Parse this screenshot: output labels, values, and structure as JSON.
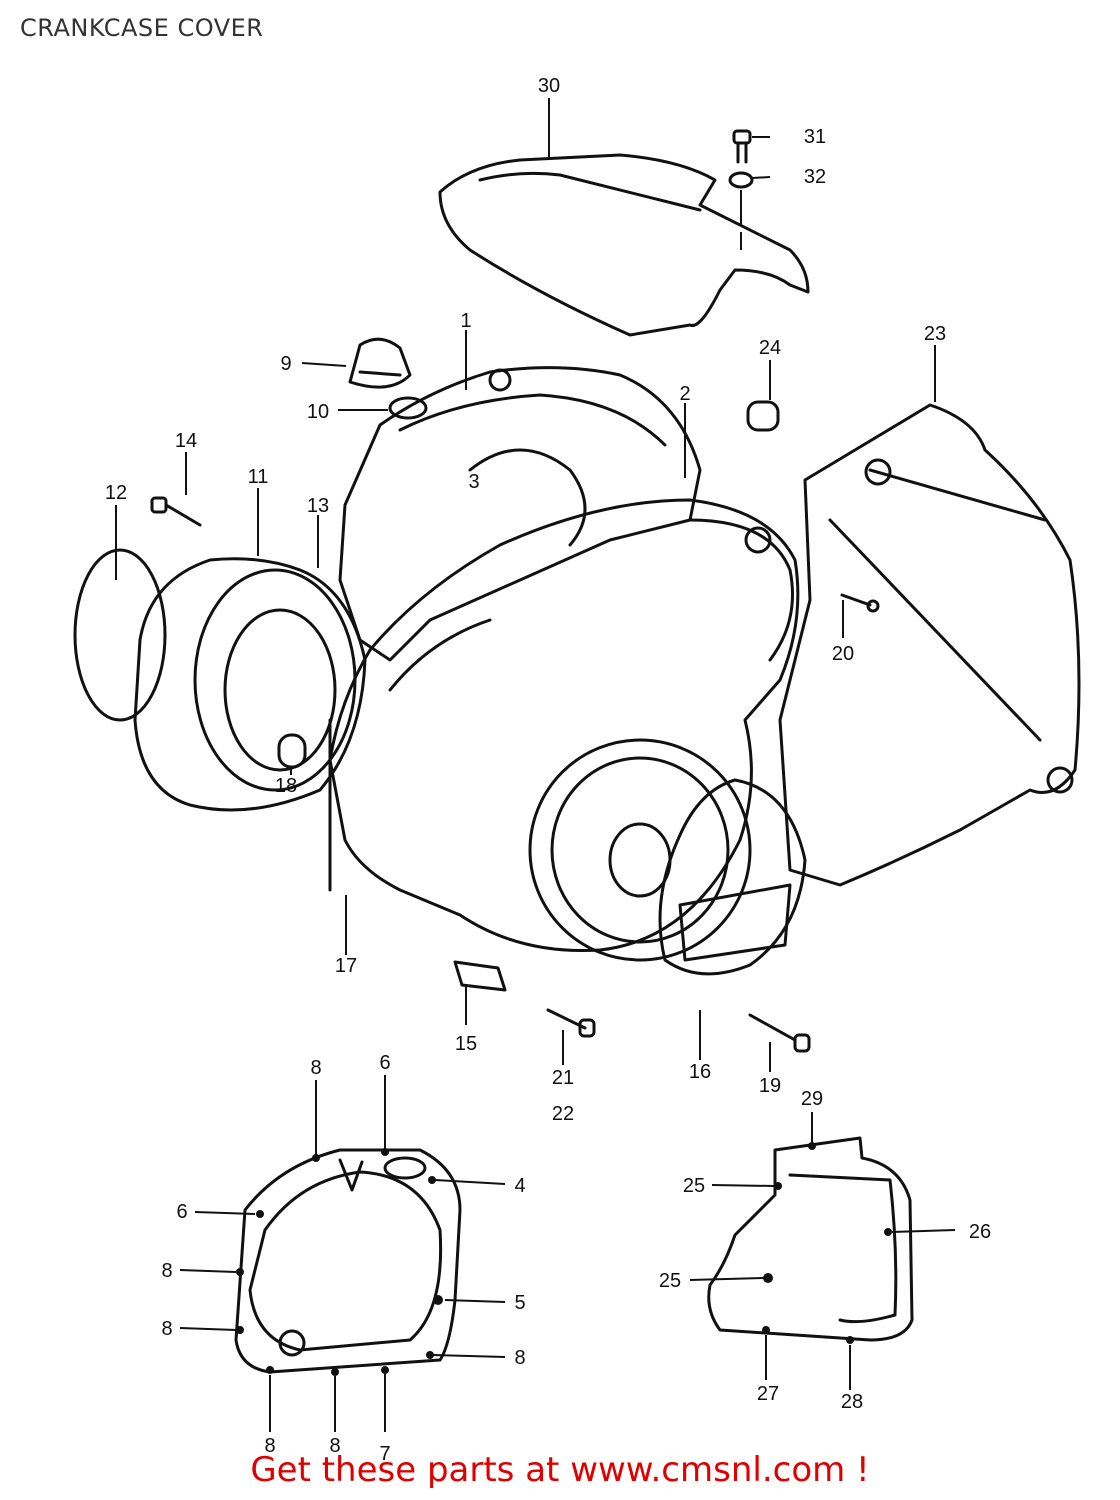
{
  "header": {
    "title": "CRANKCASE COVER"
  },
  "footer": {
    "prefix": "Get these parts at ",
    "link": "www.cmsnl.com",
    "suffix": " !",
    "color": "#e00000"
  },
  "diagram": {
    "line_color": "#111111",
    "callouts": {
      "c1": "1",
      "c2": "2",
      "c3": "3",
      "c9": "9",
      "c10": "10",
      "c11": "11",
      "c12": "12",
      "c13": "13",
      "c14": "14",
      "c15": "15",
      "c16": "16",
      "c17": "17",
      "c18": "18",
      "c19": "19",
      "c20": "20",
      "c21": "21",
      "c22": "22",
      "c23": "23",
      "c24": "24",
      "c30": "30",
      "c31": "31",
      "c32": "32",
      "g1_8a": "8",
      "g1_6a": "6",
      "g1_4": "4",
      "g1_6b": "6",
      "g1_8b": "8",
      "g1_5": "5",
      "g1_8c": "8",
      "g1_8d": "8",
      "g1_8e": "8",
      "g1_8f": "8",
      "g1_7": "7",
      "g2_29": "29",
      "g2_25a": "25",
      "g2_26": "26",
      "g2_25b": "25",
      "g2_27": "27",
      "g2_28": "28"
    }
  }
}
